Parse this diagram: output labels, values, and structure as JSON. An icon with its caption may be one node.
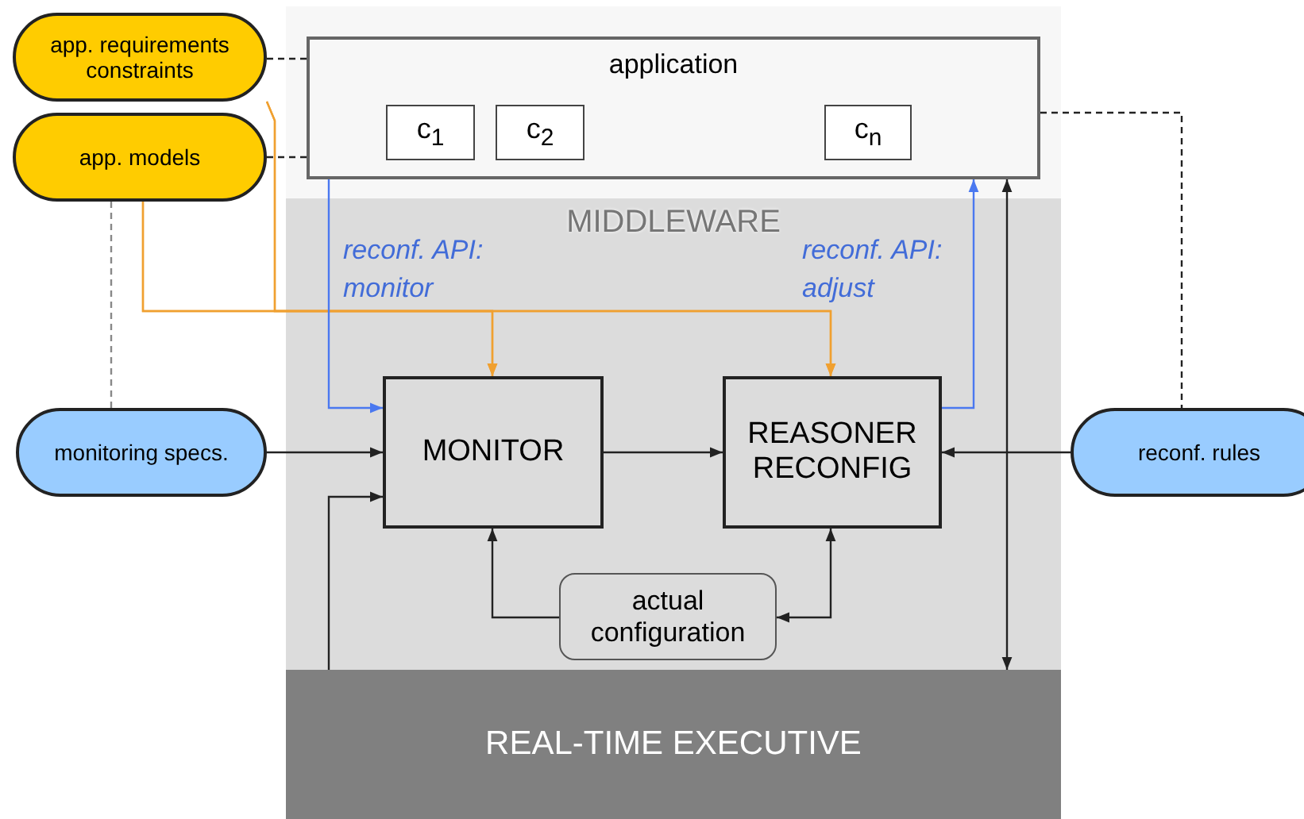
{
  "diagram": {
    "nodes": [
      {
        "text": [
          "app. requirements constraints"
        ]
      },
      {
        "text": [
          "app. models"
        ]
      },
      {
        "text": [
          "MIDDLEWARE"
        ]
      },
      {
        "text": [
          "application"
        ]
      },
      {
        "text": [
          "c$_{1}$"
        ],
        "in": 3
      },
      {
        "text": [
          "c$_{2}$"
        ],
        "in": 3
      },
      {
        "text": [
          "c$_{n}$"
        ],
        "in": 3
      },
      {
        "text": [
          "MONITOR"
        ],
        "in": 2
      },
      {
        "text": [
          "REASONER RECONFIG"
        ],
        "in": 2
      },
      {
        "text": [
          "actual configuration"
        ],
        "in": 2
      },
      {
        "text": [
          "monitoring specs."
        ]
      },
      {
        "text": [
          "reconf. rules"
        ]
      },
      {
        "text": [
          "REAL-TIME EXECUTIVE"
        ]
      }
    ],
    "edges": [
      {
        "from": 0,
        "to": 3,
        "arrow": "none",
        "style": "dashed"
      },
      {
        "from": 1,
        "to": 3,
        "arrow": "none",
        "style": "dashed"
      },
      {
        "from": 1,
        "to": 10,
        "arrow": "none",
        "style": "dashed",
        "color": "#888888"
      },
      {
        "from": 3,
        "to": 11,
        "arrow": "none",
        "style": "dashed"
      },
      {
        "from": 0,
        "to": 7,
        "arrow": "to",
        "color": "#f0a030"
      },
      {
        "from": 0,
        "to": 8,
        "arrow": "to",
        "color": "#f0a030"
      },
      {
        "from": 1,
        "to": 7,
        "arrow": "to",
        "color": "#f0a030"
      },
      {
        "from": 1,
        "to": 8,
        "arrow": "to",
        "color": "#f0a030"
      },
      {
        "from": 3,
        "to": 7,
        "arrow": "to",
        "color": "#4a78f0",
        "label": "reconf. API: monitor"
      },
      {
        "from": 8,
        "to": 3,
        "arrow": "to",
        "color": "#4a78f0",
        "label": "reconf. API: adjust"
      },
      {
        "from": 10,
        "to": 7,
        "arrow": "to"
      },
      {
        "from": 7,
        "to": 8,
        "arrow": "to"
      },
      {
        "from": 11,
        "to": 8,
        "arrow": "to"
      },
      {
        "from": 12,
        "to": 7,
        "arrow": "to"
      },
      {
        "from": 9,
        "to": 7,
        "arrow": "to"
      },
      {
        "from": 8,
        "to": 9,
        "arrow": "both"
      },
      {
        "from": 3,
        "to": 12,
        "arrow": "both"
      }
    ]
  }
}
